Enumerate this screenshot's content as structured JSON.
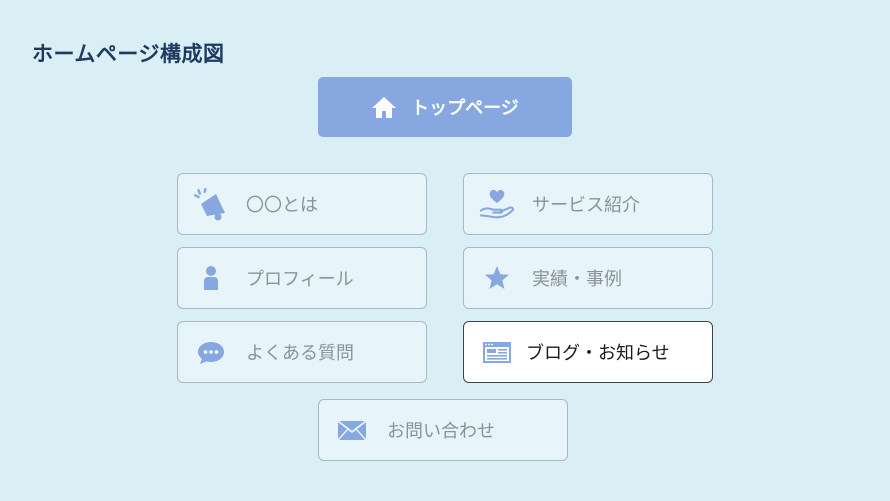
{
  "title": "ホームページ構成図",
  "top_page": {
    "label": "トップページ",
    "icon": "home-icon"
  },
  "pages": [
    {
      "label": "〇〇とは",
      "icon": "megaphone-icon",
      "active": false
    },
    {
      "label": "サービス紹介",
      "icon": "heart-hand-icon",
      "active": false
    },
    {
      "label": "プロフィール",
      "icon": "person-icon",
      "active": false
    },
    {
      "label": "実績・事例",
      "icon": "star-icon",
      "active": false
    },
    {
      "label": "よくある質問",
      "icon": "chat-bubble-icon",
      "active": false
    },
    {
      "label": "ブログ・お知らせ",
      "icon": "browser-window-icon",
      "active": true
    },
    {
      "label": "お問い合わせ",
      "icon": "envelope-icon",
      "active": false
    }
  ],
  "colors": {
    "background": "#daeef6",
    "accent": "#86a7e0",
    "card": "#e7f4f9",
    "card_border": "#a8b8c4",
    "active_border": "#3a4249"
  }
}
